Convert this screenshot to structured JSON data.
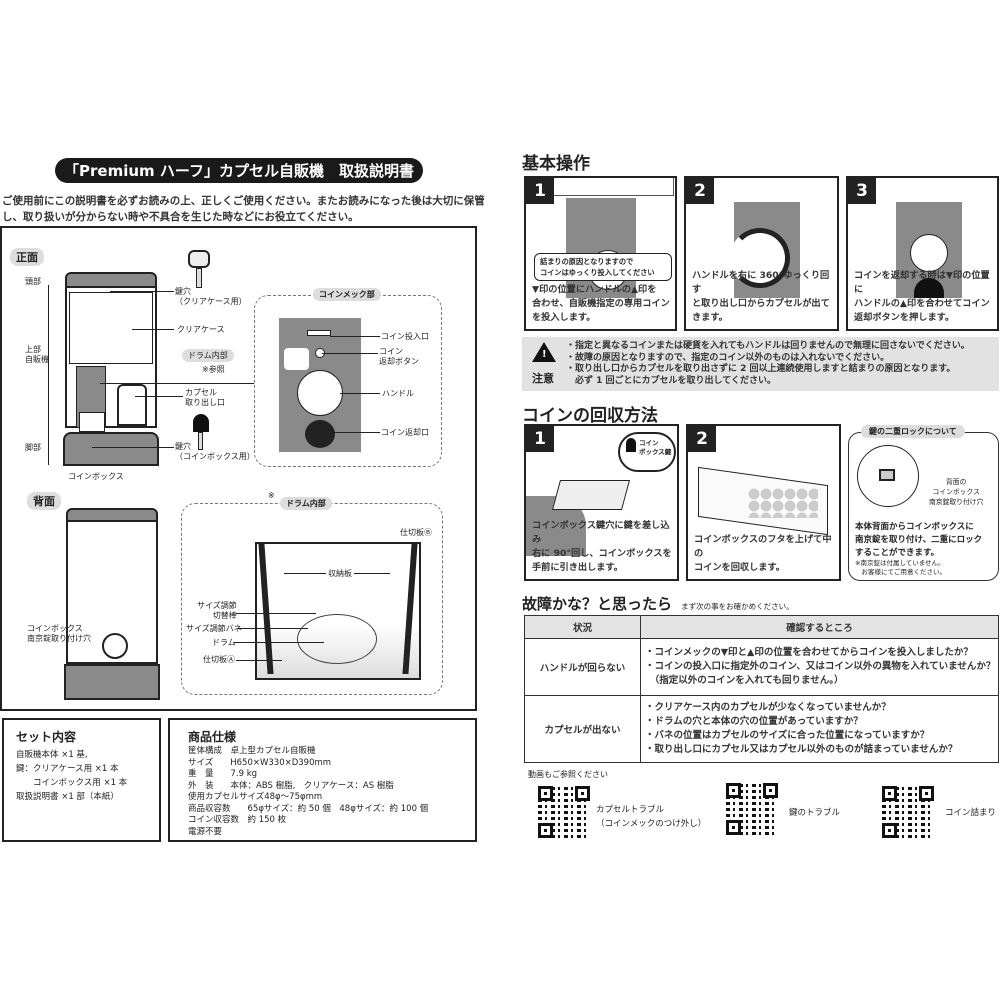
{
  "title": "「Premium ハーフ」カプセル自販機　取扱説明書",
  "intro": "ご使用前にこの説明書を必ずお読みの上、正しくご使用ください。またお読みになった後は大切に保管し、取り扱いが分からない時や不具合を生じた時などにお役立てください。",
  "front": {
    "label": "正面",
    "parts": {
      "head": "頭部",
      "upper": "上部\n自販機",
      "foot": "脚部",
      "keyhole_case": "鍵穴\n（クリアケース用）",
      "clear_case": "クリアケース",
      "drum_inside": "ドラム内部",
      "see_note": "※参照",
      "capsule_outlet": "カプセル\n取り出し口",
      "keyhole_coinbox": "鍵穴\n（コインボックス用）",
      "coin_box": "コインボックス"
    }
  },
  "coin_mech": {
    "label": "コインメック部",
    "parts": {
      "slot": "コイン投入口",
      "return_button": "コイン\n返却ボタン",
      "handle": "ハンドル",
      "return_outlet": "コイン返却口"
    }
  },
  "back": {
    "label": "背面",
    "lock_hole": "コインボックス\n南京錠取り付け穴"
  },
  "drum": {
    "note": "※",
    "label": "ドラム内部",
    "parts": {
      "divider_b": "仕切板Ⓑ",
      "storage": "収納板",
      "size_switch": "サイズ調節\n切替棒",
      "size_spring": "サイズ調節バネ",
      "drum": "ドラム",
      "divider_a": "仕切板Ⓐ"
    }
  },
  "set_contents": {
    "heading": "セット内容",
    "lines": [
      "自販機本体 ×1 基,",
      "鍵：クリアケース用 ×1 本",
      "　　コインボックス用 ×1 本",
      "取扱説明書 ×1 部（本紙）"
    ]
  },
  "specs": {
    "heading": "商品仕様",
    "lines": [
      "筐体構成　卓上型カプセル自販機",
      "サイズ　　H650×W330×D390mm",
      "重　量　　7.9 kg",
      "外　装　　本体：ABS 樹脂,　クリアケース：AS 樹脂",
      "使用カプセルサイズ48φ～75φmm",
      "商品収容数　　65φサイズ：約 50 個　48φサイズ：約 100 個",
      "コイン収容数　約 150 枚",
      "電源不要"
    ]
  },
  "basic": {
    "heading": "基本操作",
    "steps": [
      {
        "num": "1",
        "bubble": "詰まりの原因となりますので\nコインはゆっくり投入してください",
        "text": "▼印の位置にハンドルの▲印を\n合わせ、自販機指定の専用コイン\nを投入します。"
      },
      {
        "num": "2",
        "text": "ハンドルを右に 360°ゆっくり回す\nと取り出し口からカプセルが出て\nきます。"
      },
      {
        "num": "3",
        "text": "コインを返却する時は▼印の位置に\nハンドルの▲印を合わせてコイン\n返却ボタンを押します。"
      }
    ],
    "caution_label": "注意",
    "cautions": [
      "・指定と異なるコインまたは硬貨を入れてもハンドルは回りませんので無理に回さないでください。",
      "・故障の原因となりますので、指定のコイン以外のものは入れないでください。",
      "・取り出し口からカプセルを取り出さずに 2 回以上連続使用しますと詰まりの原因となります。",
      "　必ず 1 回ごとにカプセルを取り出してください。"
    ]
  },
  "coin_collect": {
    "heading": "コインの回収方法",
    "steps": [
      {
        "num": "1",
        "key_label": "コイン\nボックス鍵",
        "text": "コインボックス鍵穴に鍵を差し込み\n右に 90°回し、コインボックスを\n手前に引き出します。"
      },
      {
        "num": "2",
        "text": "コインボックスのフタを上げて中の\nコインを回収します。"
      }
    ],
    "lock": {
      "heading": "鍵の二重ロックについて",
      "hole_label": "背面の\nコインボックス\n南京錠取り付け穴",
      "text": "本体背面からコインボックスに\n南京錠を取り付け、二重にロック\nすることができます。",
      "note": "※南京錠は付属していません。\n　お客様にてご用意ください。"
    }
  },
  "trouble": {
    "heading": "故障かな？と思ったら",
    "sub": "まず次の事をお確かめください。",
    "col_situation": "状況",
    "col_check": "確認するところ",
    "rows": [
      {
        "situation": "ハンドルが回らない",
        "checks": [
          "・コインメックの▼印と▲印の位置を合わせてからコインを投入しましたか？",
          "・コインの投入口に指定外のコイン、又はコイン以外の異物を入れていませんか？",
          "　（指定以外のコインを入れても回りません。）"
        ]
      },
      {
        "situation": "カプセルが出ない",
        "checks": [
          "・クリアケース内のカプセルが少なくなっていませんか？",
          "・ドラムの穴と本体の穴の位置があっていますか？",
          "・バネの位置はカプセルのサイズに合った位置になっていますか？",
          "・取り出し口にカプセル又はカプセル以外のものが詰まっていませんか？"
        ]
      }
    ]
  },
  "videos": {
    "heading": "動画もご参照ください",
    "items": [
      "カプセルトラブル\n（コインメックのつけ外し）",
      "鍵のトラブル",
      "コイン詰まり"
    ]
  }
}
